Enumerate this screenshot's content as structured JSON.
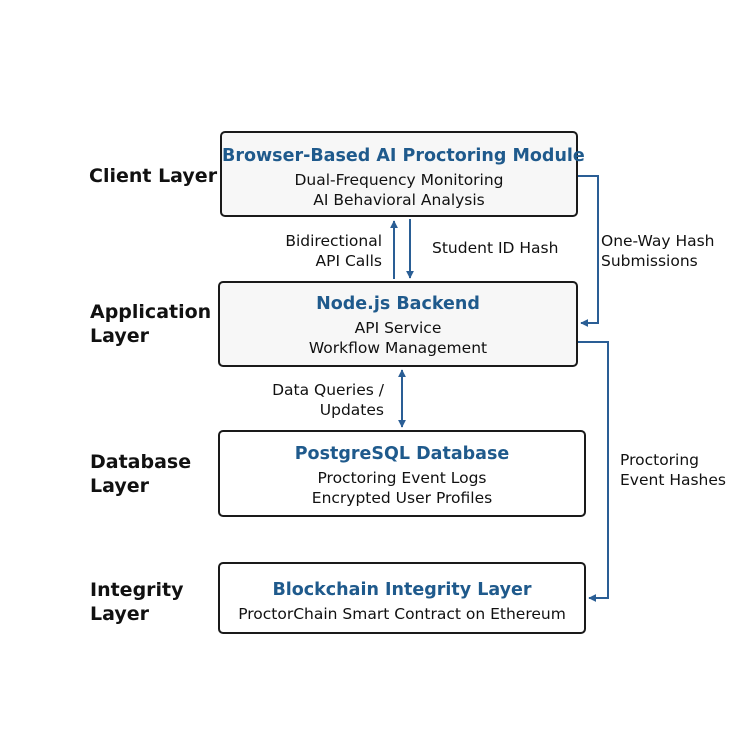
{
  "colors": {
    "title_blue": "#1f5a8c",
    "arrow_blue": "#2a5e95",
    "border": "#1a1a1a",
    "text": "#111111"
  },
  "layers": [
    {
      "label": "Client Layer"
    },
    {
      "label": "Application\nLayer"
    },
    {
      "label": "Database\nLayer"
    },
    {
      "label": "Integrity\nLayer"
    }
  ],
  "boxes": {
    "client": {
      "title": "Browser-Based AI Proctoring Module",
      "lines": [
        "Dual-Frequency Monitoring",
        "AI Behavioral Analysis"
      ]
    },
    "backend": {
      "title": "Node.js Backend",
      "lines": [
        "API Service",
        "Workflow Management"
      ]
    },
    "database": {
      "title": "PostgreSQL Database",
      "lines": [
        "Proctoring Event Logs",
        "Encrypted User Profiles"
      ]
    },
    "blockchain": {
      "title": "Blockchain Integrity Layer",
      "lines": [
        "ProctorChain Smart Contract on Ethereum"
      ]
    }
  },
  "annotations": {
    "bidirectional": "Bidirectional\nAPI Calls",
    "student_id": "Student ID Hash",
    "one_way": "One-Way Hash\nSubmissions",
    "data_queries": "Data Queries /\nUpdates",
    "event_hashes": "Proctoring\nEvent Hashes"
  }
}
